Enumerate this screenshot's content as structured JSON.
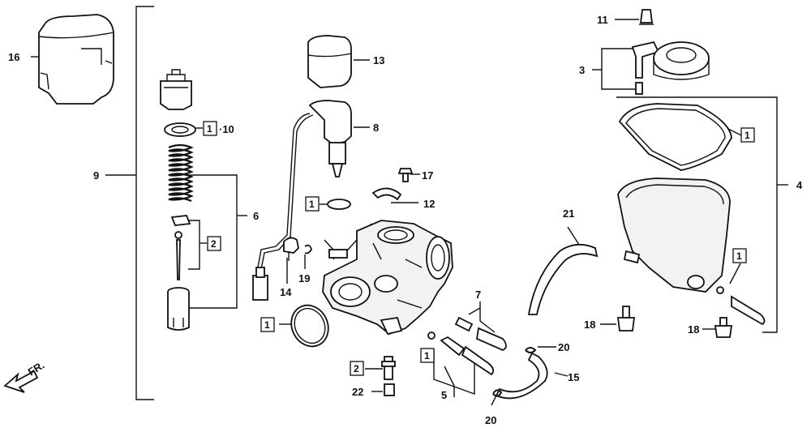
{
  "diagram": {
    "callouts": [
      {
        "id": "c3",
        "label": "3"
      },
      {
        "id": "c4",
        "label": "4"
      },
      {
        "id": "c5",
        "label": "5"
      },
      {
        "id": "c6",
        "label": "6"
      },
      {
        "id": "c7",
        "label": "7"
      },
      {
        "id": "c8",
        "label": "8"
      },
      {
        "id": "c9",
        "label": "9"
      },
      {
        "id": "c10",
        "label": "·10"
      },
      {
        "id": "c11",
        "label": "11"
      },
      {
        "id": "c12",
        "label": "12"
      },
      {
        "id": "c13",
        "label": "13"
      },
      {
        "id": "c14",
        "label": "14"
      },
      {
        "id": "c15",
        "label": "15"
      },
      {
        "id": "c16",
        "label": "16"
      },
      {
        "id": "c17",
        "label": "17"
      },
      {
        "id": "c18a",
        "label": "18"
      },
      {
        "id": "c18b",
        "label": "18"
      },
      {
        "id": "c19",
        "label": "19"
      },
      {
        "id": "c20a",
        "label": "20"
      },
      {
        "id": "c20b",
        "label": "20"
      },
      {
        "id": "c21",
        "label": "21"
      },
      {
        "id": "c22",
        "label": "22"
      }
    ],
    "kit_boxes": [
      {
        "id": "k1a",
        "label": "1"
      },
      {
        "id": "k1b",
        "label": "1"
      },
      {
        "id": "k1c",
        "label": "1"
      },
      {
        "id": "k1d",
        "label": "1"
      },
      {
        "id": "k1e",
        "label": "1"
      },
      {
        "id": "k1f",
        "label": "1"
      },
      {
        "id": "k2a",
        "label": "2"
      },
      {
        "id": "k2b",
        "label": "2"
      }
    ],
    "direction_label": "FR."
  }
}
